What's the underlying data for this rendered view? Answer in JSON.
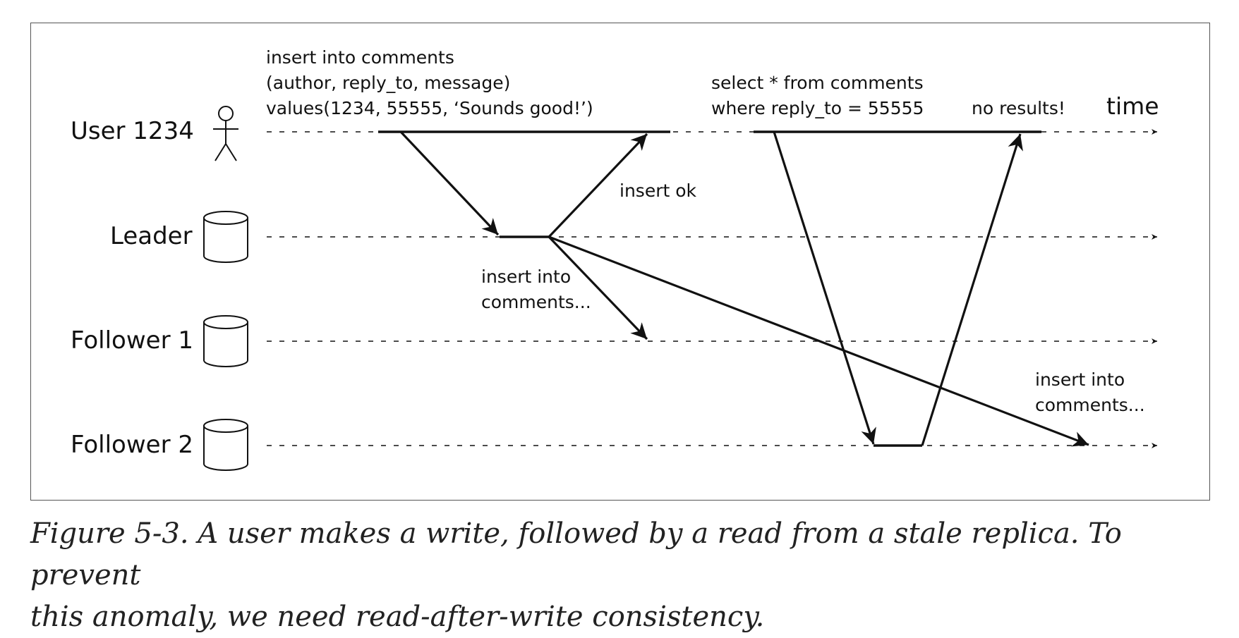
{
  "diagram": {
    "actors": [
      {
        "id": "user",
        "label": "User 1234",
        "icon": "stick-figure-icon"
      },
      {
        "id": "leader",
        "label": "Leader",
        "icon": "database-cylinder-icon"
      },
      {
        "id": "follower1",
        "label": "Follower 1",
        "icon": "database-cylinder-icon"
      },
      {
        "id": "follower2",
        "label": "Follower 2",
        "icon": "database-cylinder-icon"
      }
    ],
    "time_label": "time",
    "notes": {
      "write_request": [
        "insert into comments",
        "(author, reply_to, message)",
        "values(1234, 55555, ‘Sounds good!’)"
      ],
      "insert_ok": "insert ok",
      "replicate_follower1": [
        "insert into",
        "comments..."
      ],
      "read_request": [
        "select * from comments",
        "where reply_to = 55555"
      ],
      "read_result": "no results!",
      "replicate_follower2": [
        "insert into",
        "comments..."
      ]
    },
    "messages": [
      {
        "from": "user",
        "to": "leader",
        "label": "write_request"
      },
      {
        "from": "leader",
        "to": "user",
        "label": "insert_ok"
      },
      {
        "from": "leader",
        "to": "follower1",
        "label": "replicate_follower1"
      },
      {
        "from": "leader",
        "to": "follower2",
        "label": "replicate_follower2"
      },
      {
        "from": "user",
        "to": "follower2",
        "label": "read_request"
      },
      {
        "from": "follower2",
        "to": "user",
        "label": "read_result"
      }
    ],
    "colors": {
      "ink": "#111111",
      "frame": "#555555"
    }
  },
  "caption": [
    "Figure 5-3. A user makes a write, followed by a read from a stale replica. To prevent",
    "this anomaly, we need read-after-write consistency."
  ]
}
